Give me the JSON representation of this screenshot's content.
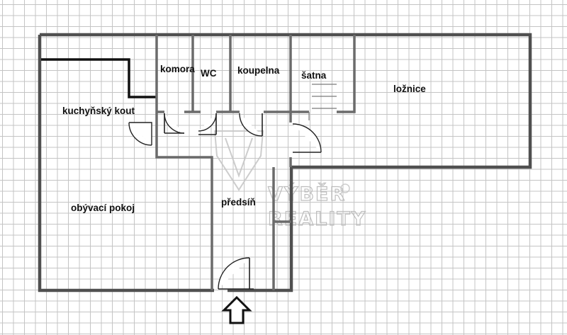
{
  "floor_plan": {
    "rooms": [
      {
        "id": "komora",
        "label": "komora"
      },
      {
        "id": "wc",
        "label": "WC"
      },
      {
        "id": "koupelna",
        "label": "koupelna"
      },
      {
        "id": "satna",
        "label": "šatna"
      },
      {
        "id": "loznice",
        "label": "ložnice"
      },
      {
        "id": "kuchynsky-kout",
        "label": "kuchyňský kout"
      },
      {
        "id": "obyvaci-pokoj",
        "label": "obývací pokoj"
      },
      {
        "id": "predsin",
        "label": "předsíň"
      }
    ],
    "entrance_icon": "up-arrow-icon"
  },
  "watermark": {
    "line1": "VÝBĚR",
    "line2": "REALITY",
    "logo_icon": "shield-v-icon"
  },
  "colors": {
    "grid": "#c4c4c4",
    "walls": "#505050",
    "text": "#111111",
    "watermark": "#b8b8b8"
  }
}
